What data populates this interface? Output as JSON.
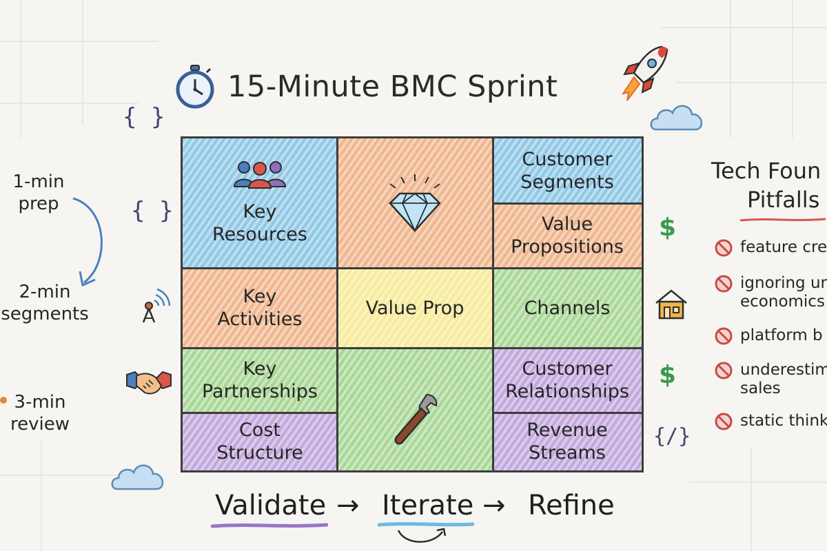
{
  "title": "15-Minute BMC Sprint",
  "bmc": {
    "key_resources": [
      "Key",
      "Resources"
    ],
    "customer_segments": [
      "Customer",
      "Segments"
    ],
    "value_propositions": [
      "Value",
      "Propositions"
    ],
    "key_activities": [
      "Key",
      "Activities"
    ],
    "value_prop": "Value Prop",
    "channels": "Channels",
    "key_partnerships": [
      "Key",
      "Partnerships"
    ],
    "customer_relationships": [
      "Customer",
      "Relationships"
    ],
    "cost_structure": [
      "Cost",
      "Structure"
    ],
    "revenue_streams": [
      "Revenue",
      "Streams"
    ]
  },
  "steps": [
    {
      "lines": [
        "1-min",
        "prep"
      ]
    },
    {
      "lines": [
        "2-min",
        "segments"
      ]
    },
    {
      "lines": [
        "3-min",
        "review"
      ]
    }
  ],
  "pitfalls": {
    "title_line1": "Tech Foun",
    "title_line2": "Pitfalls",
    "items": [
      {
        "lines": [
          "feature cre"
        ]
      },
      {
        "lines": [
          "ignoring ur",
          "economics"
        ]
      },
      {
        "lines": [
          "platform b"
        ]
      },
      {
        "lines": [
          "underestim",
          "sales"
        ]
      },
      {
        "lines": [
          "static think"
        ]
      }
    ]
  },
  "side_icons": {
    "dollar": "$",
    "braces": "{ }",
    "code": "{/}"
  },
  "flow": {
    "step1": "Validate",
    "step2": "Iterate",
    "step3": "Refine",
    "arrow": "→"
  },
  "colors": {
    "blue": "#6eb9e4",
    "orange": "#eea06e",
    "yellow": "#f8e878",
    "green": "#8ccd78",
    "purple": "#b08ed6",
    "dollar_green": "#3a9a4a",
    "pitfall_red": "#c94a4a"
  }
}
